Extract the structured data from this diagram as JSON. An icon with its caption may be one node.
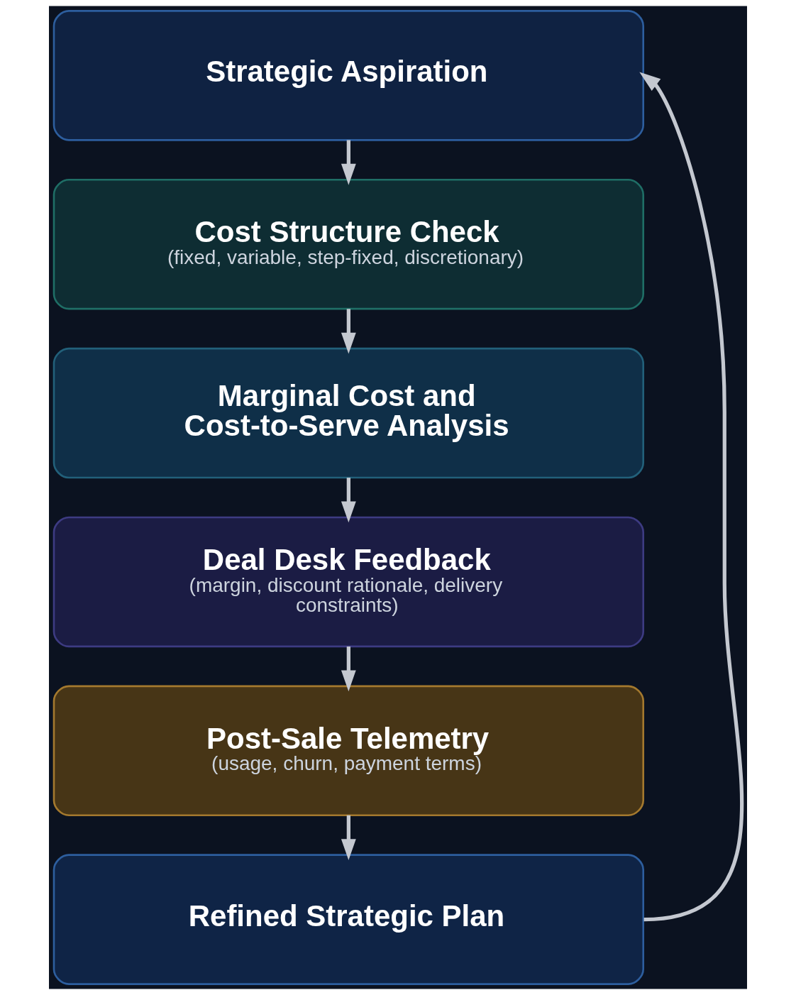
{
  "diagram": {
    "nodes": [
      {
        "text": [
          "Strategic Aspiration"
        ]
      },
      {
        "text": [
          "Cost Structure Check",
          "(fixed, variable, step-fixed, discretionary)"
        ]
      },
      {
        "text": [
          "Marginal Cost and Cost-to-Serve Analysis"
        ]
      },
      {
        "text": [
          "Deal Desk Feedback",
          "(margin, discount rationale, delivery constraints)"
        ]
      },
      {
        "text": [
          "Post-Sale Telemetry",
          "(usage, churn, payment terms)"
        ]
      },
      {
        "text": [
          "Refined Strategic Plan"
        ]
      }
    ],
    "edges": [
      {
        "from": 0,
        "to": 1,
        "arrow": "to"
      },
      {
        "from": 1,
        "to": 2,
        "arrow": "to"
      },
      {
        "from": 2,
        "to": 3,
        "arrow": "to"
      },
      {
        "from": 3,
        "to": 4,
        "arrow": "to"
      },
      {
        "from": 4,
        "to": 5,
        "arrow": "to"
      },
      {
        "from": 5,
        "to": 0,
        "arrow": "to"
      }
    ]
  }
}
